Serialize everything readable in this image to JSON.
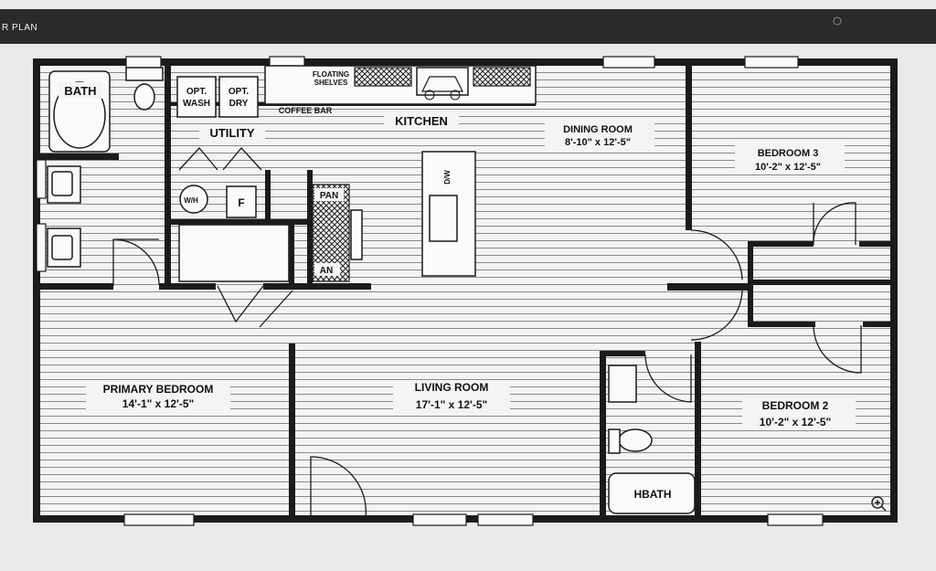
{
  "banner": {
    "title": "R PLAN"
  },
  "rooms": {
    "bath": "BATH",
    "utility": "UTILITY",
    "opt_wash": [
      "OPT.",
      "WASH"
    ],
    "opt_dry": [
      "OPT.",
      "DRY"
    ],
    "floating_shelves": [
      "FLOATING",
      "SHELVES"
    ],
    "coffee_bar": "COFFEE BAR",
    "kitchen": "KITCHEN",
    "dining": {
      "name": "DINING ROOM",
      "size": "8'-10\" x 12'-5\""
    },
    "bedroom3": {
      "name": "BEDROOM 3",
      "size": "10'-2\" x 12'-5\""
    },
    "primary": {
      "name": "PRIMARY BEDROOM",
      "size": "14'-1\" x 12'-5\""
    },
    "living": {
      "name": "LIVING ROOM",
      "size": "17'-1\" x 12'-5\""
    },
    "bedroom2": {
      "name": "BEDROOM 2",
      "size": "10'-2\" x 12'-5\""
    },
    "hbath": "HBATH",
    "wh": "W/H",
    "furnace": "F",
    "pantry": "PAN",
    "pantry2": "AN",
    "dw": "D/W"
  },
  "icons": {
    "zoom": "zoom-in-icon",
    "menu": "circle-menu-icon"
  }
}
